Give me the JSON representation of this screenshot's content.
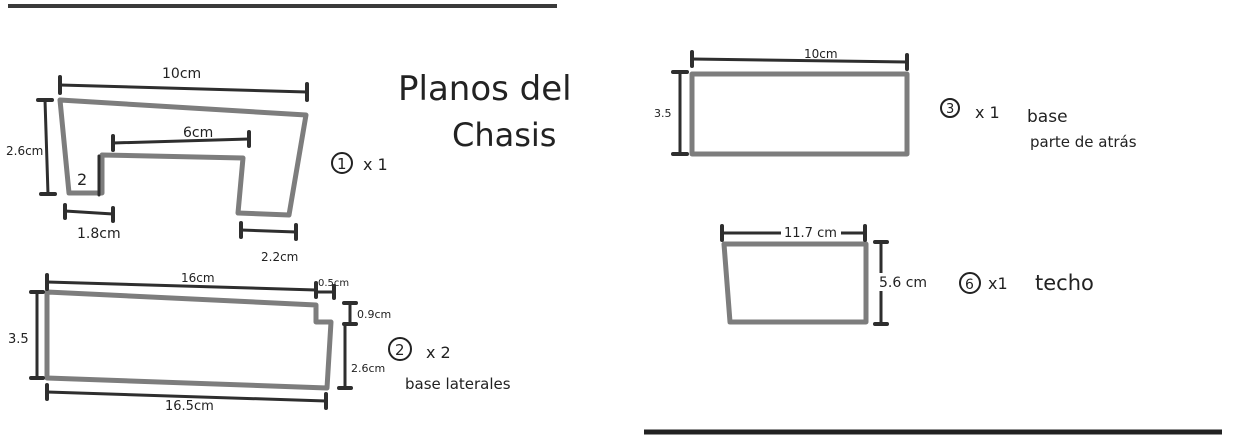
{
  "title_line1": "Planos del",
  "title_line2": "Chasis",
  "pieces": [
    {
      "number": "1",
      "qty": "x 1",
      "dims": {
        "top": "10cm",
        "inner_top": "6cm",
        "left": "2.6cm",
        "leg_left": "2",
        "bottom_left": "1.8cm",
        "bottom_right": "2.2cm"
      }
    },
    {
      "number": "2",
      "qty": "x 2",
      "name": "base laterales",
      "dims": {
        "top": "16cm",
        "notch_w": "0.5cm",
        "notch_h": "0.9cm",
        "left": "3.5",
        "right": "2.6cm",
        "bottom": "16.5cm"
      }
    },
    {
      "number": "3",
      "qty": "x 1",
      "name_line1": "base",
      "name_line2": "parte de atrás",
      "dims": {
        "top": "10cm",
        "left": "3.5"
      }
    },
    {
      "number": "6",
      "qty": "x1",
      "name": "techo",
      "dims": {
        "top": "11.7 cm",
        "right": "5.6 cm"
      }
    }
  ]
}
